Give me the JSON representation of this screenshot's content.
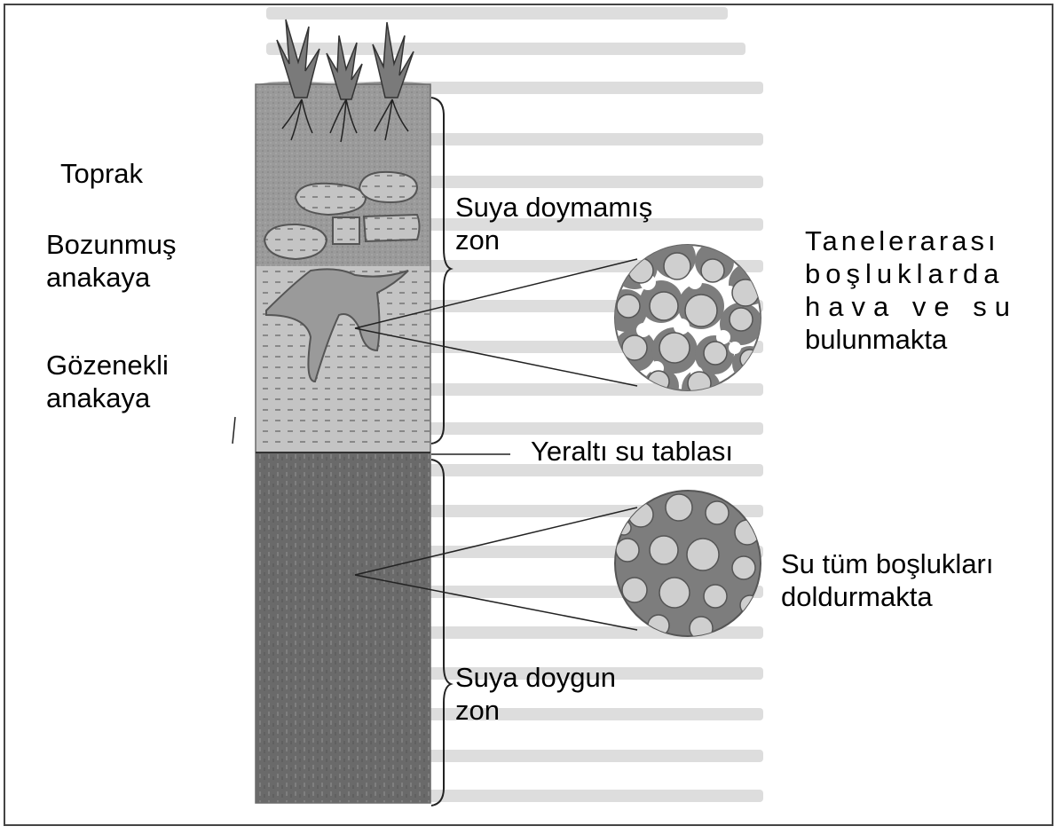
{
  "labels": {
    "toprak": "Toprak",
    "bozunmus_line1": "Bozunmuş",
    "bozunmus_line2": "anakaya",
    "gozenekli_line1": "Gözenekli",
    "gozenekli_line2": "anakaya",
    "suya_doymamis_line1": "Suya doymamış",
    "suya_doymamis_line2": "zon",
    "yeralti_su_tablasi": "Yeraltı su tablası",
    "suya_doygun_line1": "Suya doygun",
    "suya_doygun_line2": "zon",
    "taneler_line1": "Tanelerarası",
    "taneler_line2": "boşluklarda",
    "taneler_line3": "hava ve su",
    "taneler_line4": "bulunmakta",
    "su_tum_line1": "Su tüm boşlukları",
    "su_tum_line2": "doldurmakta"
  },
  "colors": {
    "frame": "#444444",
    "soil": "#9a9a9a",
    "unsaturated": "#c4c4c4",
    "saturated": "#6a6a6a",
    "grain": "#cfcfcf",
    "pore_water": "#7d7d7d",
    "pore_air": "#ffffff",
    "ghost_text": "#d8d8d8"
  }
}
